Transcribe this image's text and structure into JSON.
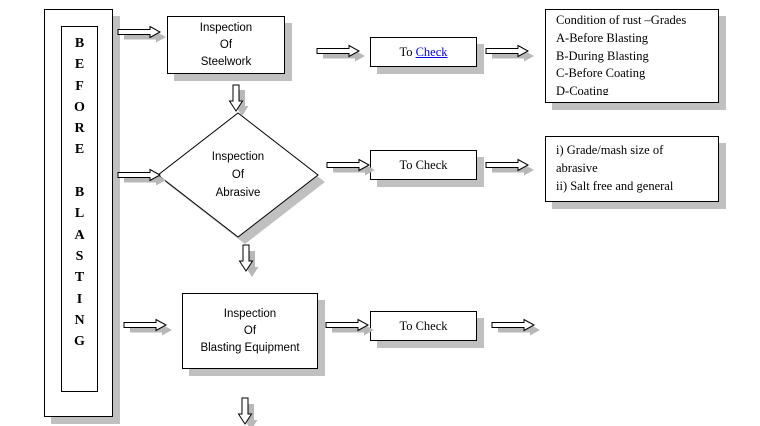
{
  "left_label": {
    "letters": [
      "B",
      "E",
      "F",
      "O",
      "R",
      "E",
      "",
      "B",
      "L",
      "A",
      "S",
      "T",
      "I",
      "N",
      "G"
    ]
  },
  "steelwork": {
    "line1": "Inspection",
    "line2": "Of",
    "line3": "Steelwork"
  },
  "abrasive": {
    "line1": "Inspection",
    "line2": "Of",
    "line3": "Abrasive"
  },
  "equipment": {
    "line1": "Inspection",
    "line2": "Of",
    "line3": "Blasting Equipment"
  },
  "check1": {
    "prefix": "To ",
    "link": "Check"
  },
  "check2": {
    "label": "To Check"
  },
  "check3": {
    "label": "To Check"
  },
  "rust_box": {
    "items": [
      "Condition of rust –Grades",
      "A-Before Blasting",
      "B-During Blasting",
      "C-Before Coating",
      "D-Coating"
    ]
  },
  "abrasive_box": {
    "items": [
      "i) Grade/mash size of",
      "abrasive",
      "ii) Salt free and general"
    ]
  },
  "colors": {
    "shadow": "#c0c0c0",
    "link": "#0000ee",
    "border": "#000000"
  }
}
